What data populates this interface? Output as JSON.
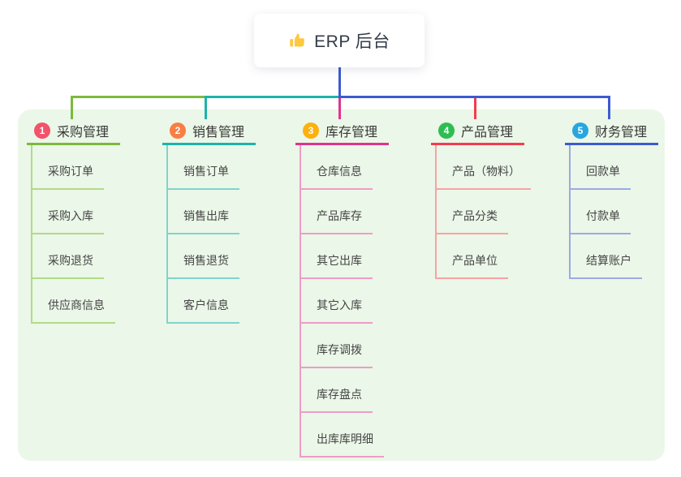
{
  "root": {
    "icon": "thumbs-up",
    "icon_color": "#ffc83d",
    "title": "ERP 后台"
  },
  "panel_bg": "#ebf7e8",
  "branches": [
    {
      "num": "1",
      "label": "采购管理",
      "badge_color": "#f2526b",
      "line_color": "#7cb93e",
      "child_line_color": "#b2da88",
      "children": [
        "采购订单",
        "采购入库",
        "采购退货",
        "供应商信息"
      ]
    },
    {
      "num": "2",
      "label": "销售管理",
      "badge_color": "#f97e45",
      "line_color": "#1db3a8",
      "child_line_color": "#82d3cb",
      "children": [
        "销售订单",
        "销售出库",
        "销售退货",
        "客户信息"
      ]
    },
    {
      "num": "3",
      "label": "库存管理",
      "badge_color": "#fdb00e",
      "line_color": "#e1338f",
      "child_line_color": "#ef9cc6",
      "children": [
        "仓库信息",
        "产品库存",
        "其它出库",
        "其它入库",
        "库存调拨",
        "库存盘点",
        "出库库明细"
      ]
    },
    {
      "num": "4",
      "label": "产品管理",
      "badge_color": "#2ebd52",
      "line_color": "#f43c4f",
      "child_line_color": "#f8a2a4",
      "children": [
        "产品（物料）",
        "产品分类",
        "产品单位"
      ]
    },
    {
      "num": "5",
      "label": "财务管理",
      "badge_color": "#27a6df",
      "line_color": "#3d5ad2",
      "child_line_color": "#9aaae6",
      "children": [
        "回款单",
        "付款单",
        "结算账户"
      ]
    }
  ]
}
